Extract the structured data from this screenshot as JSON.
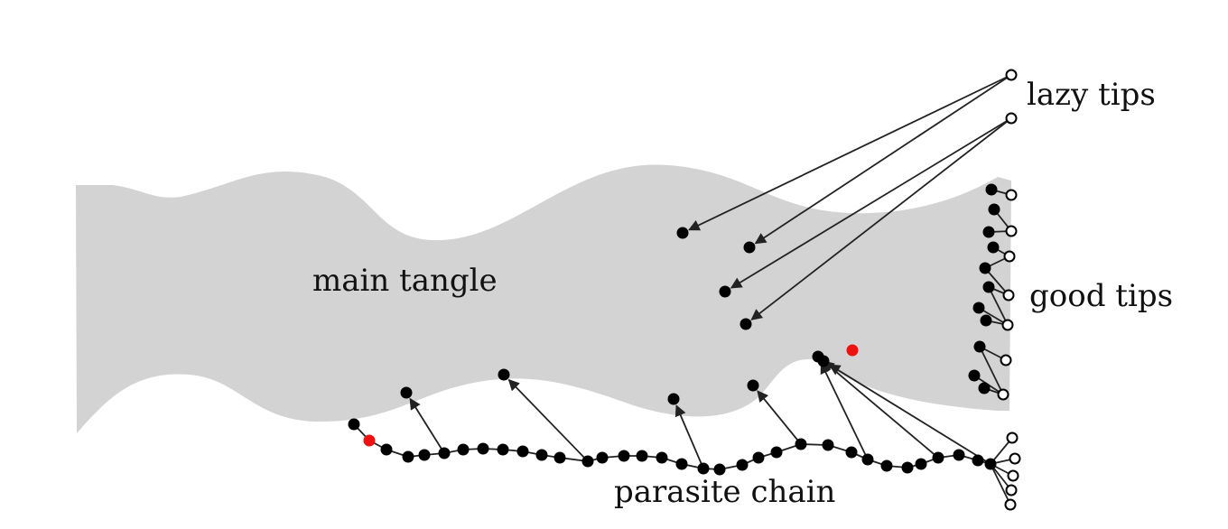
{
  "labels": {
    "main": "main tangle",
    "lazy": "lazy tips",
    "good": "good tips",
    "parasite": "parasite chain"
  },
  "colors": {
    "region": "#d3d3d3",
    "node": "#000000",
    "tip": "#ffffff",
    "highlight": "#ee1111",
    "edge": "#222222"
  }
}
